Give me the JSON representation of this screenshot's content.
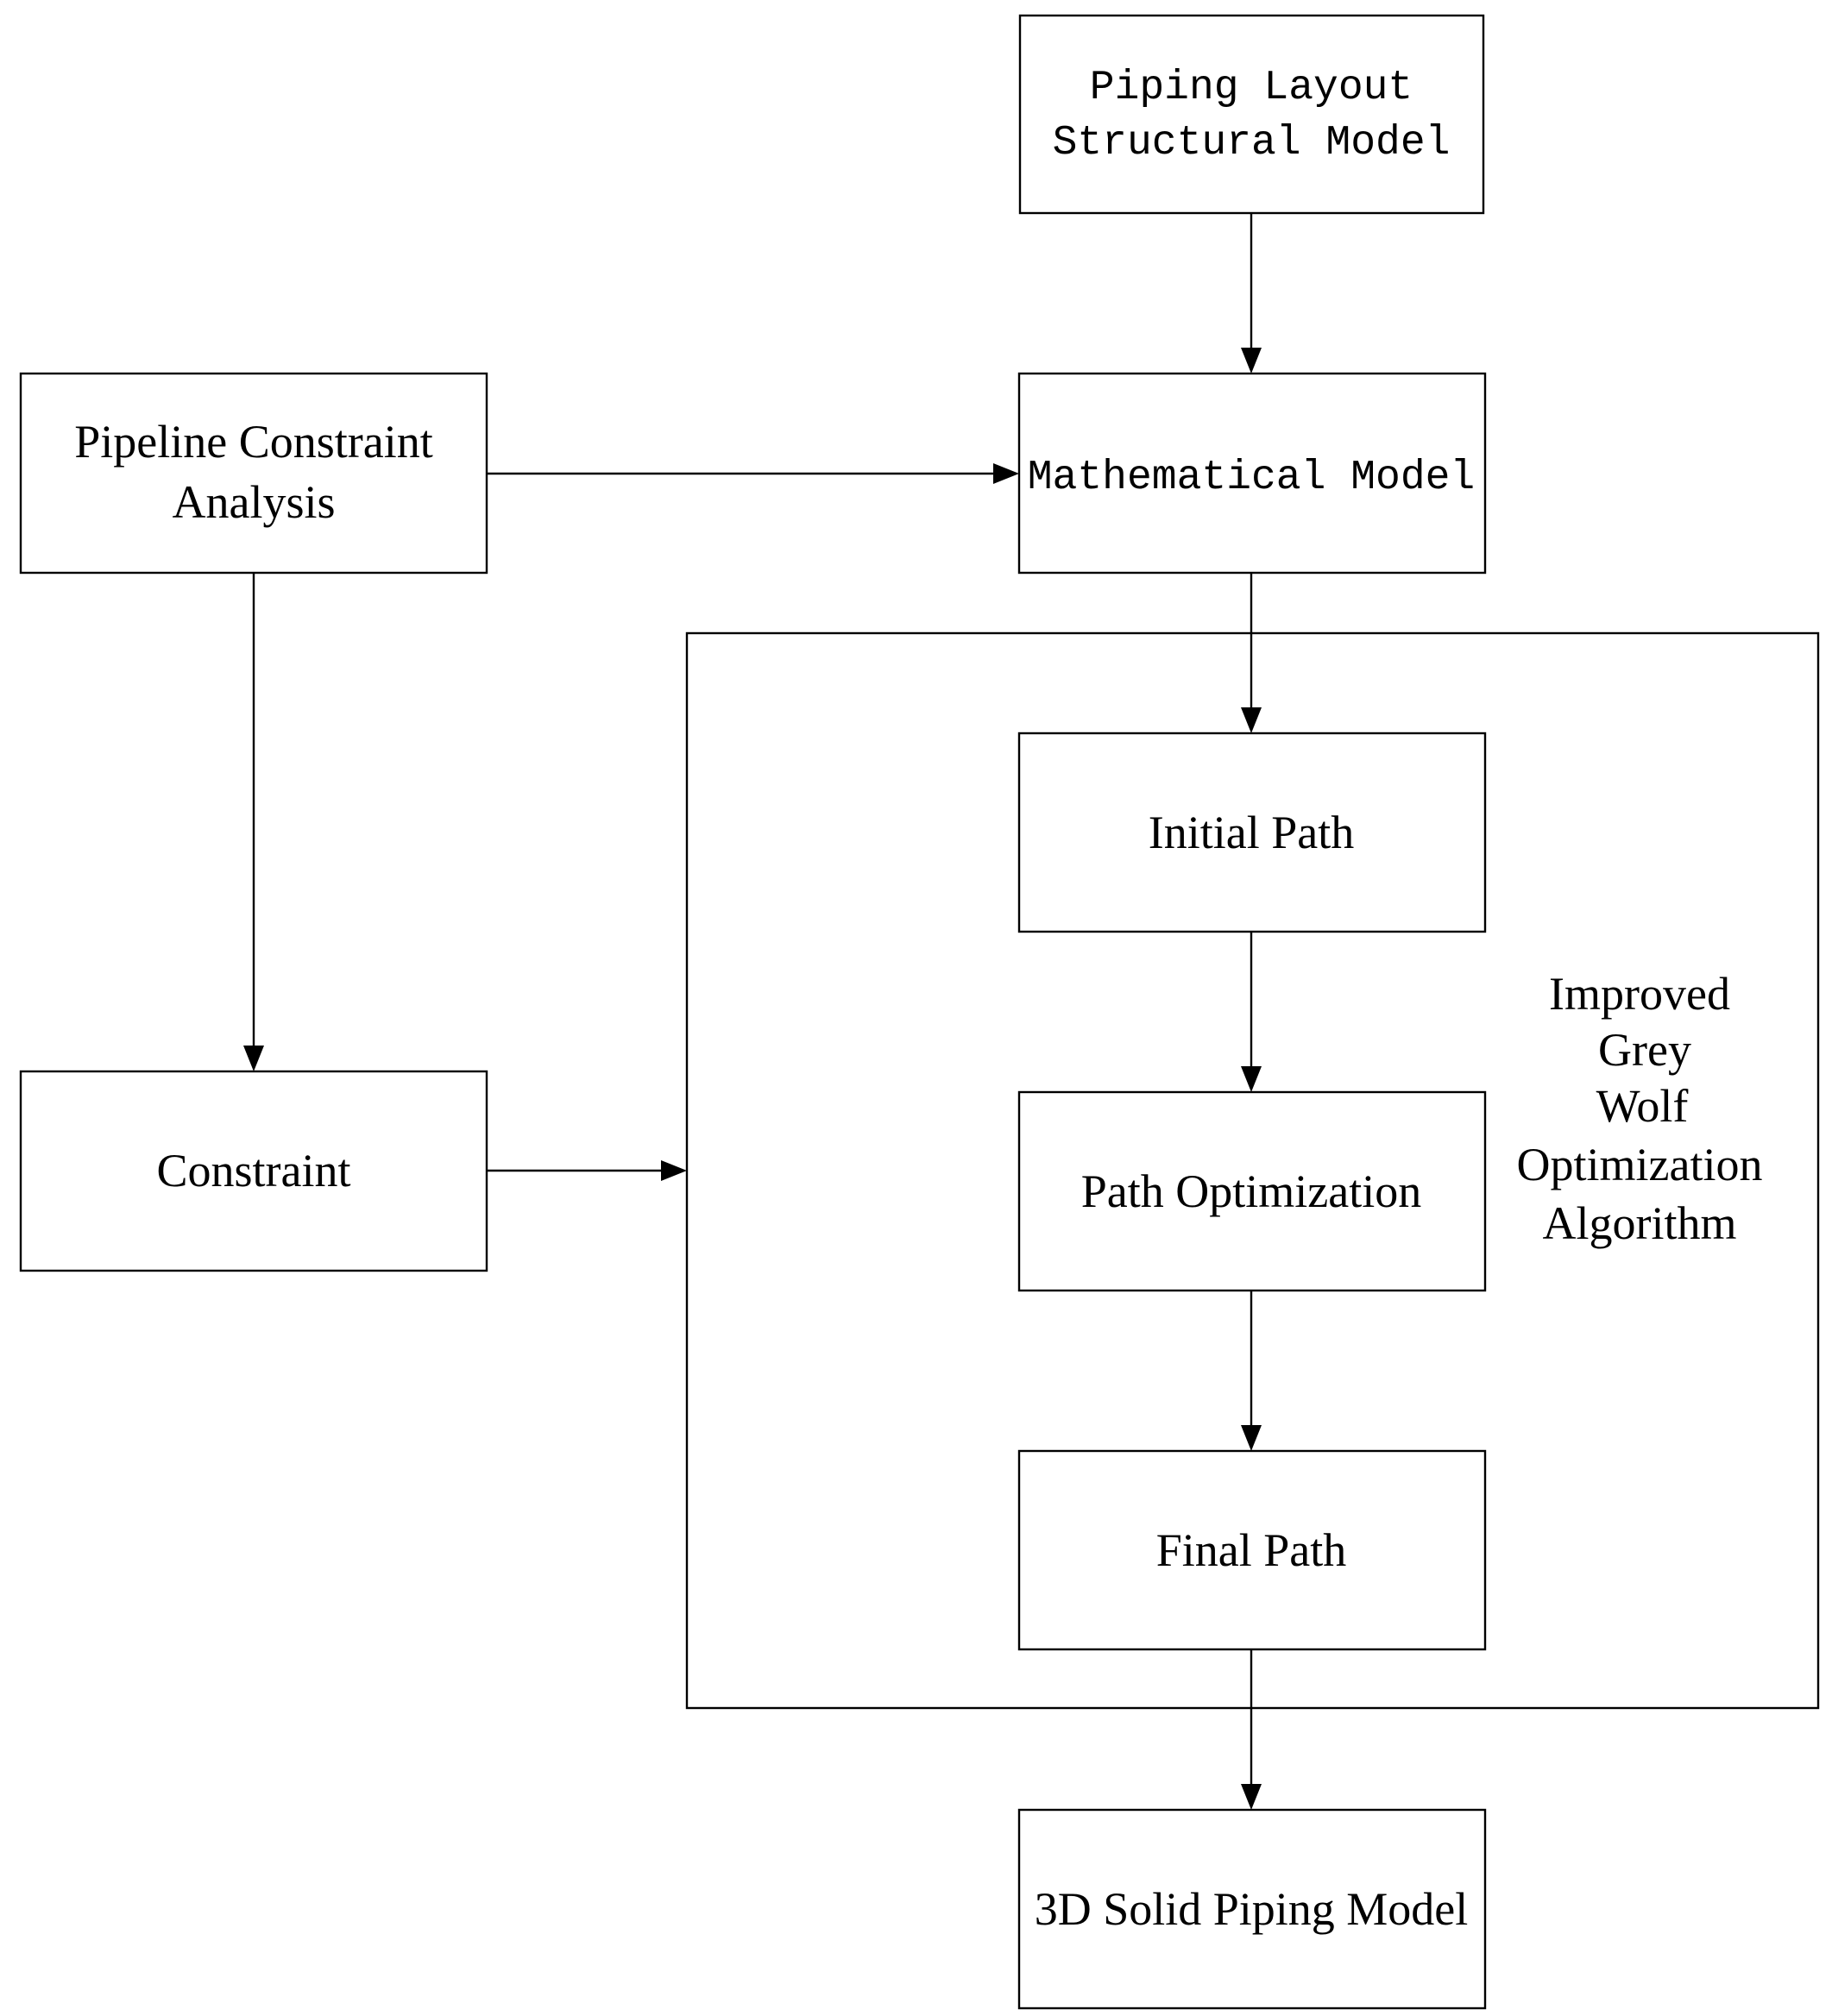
{
  "nodes": {
    "piping_layout": {
      "line1": "Piping Layout",
      "line2": "Structural Model"
    },
    "mathematical_model": {
      "label": "Mathematical Model"
    },
    "pipeline_constraint_analysis": {
      "line1": "Pipeline Constraint",
      "line2": "Analysis"
    },
    "constraint": {
      "label": "Constraint"
    },
    "initial_path": {
      "label": "Initial Path"
    },
    "path_optimization": {
      "label": "Path Optimization"
    },
    "final_path": {
      "label": "Final Path"
    },
    "solid_model": {
      "label": "3D Solid Piping Model"
    }
  },
  "group": {
    "lines": [
      "Improved",
      "Grey",
      "Wolf",
      "Optimization",
      "Algorithm"
    ]
  },
  "colors": {
    "stroke": "#000000",
    "background": "#ffffff"
  }
}
